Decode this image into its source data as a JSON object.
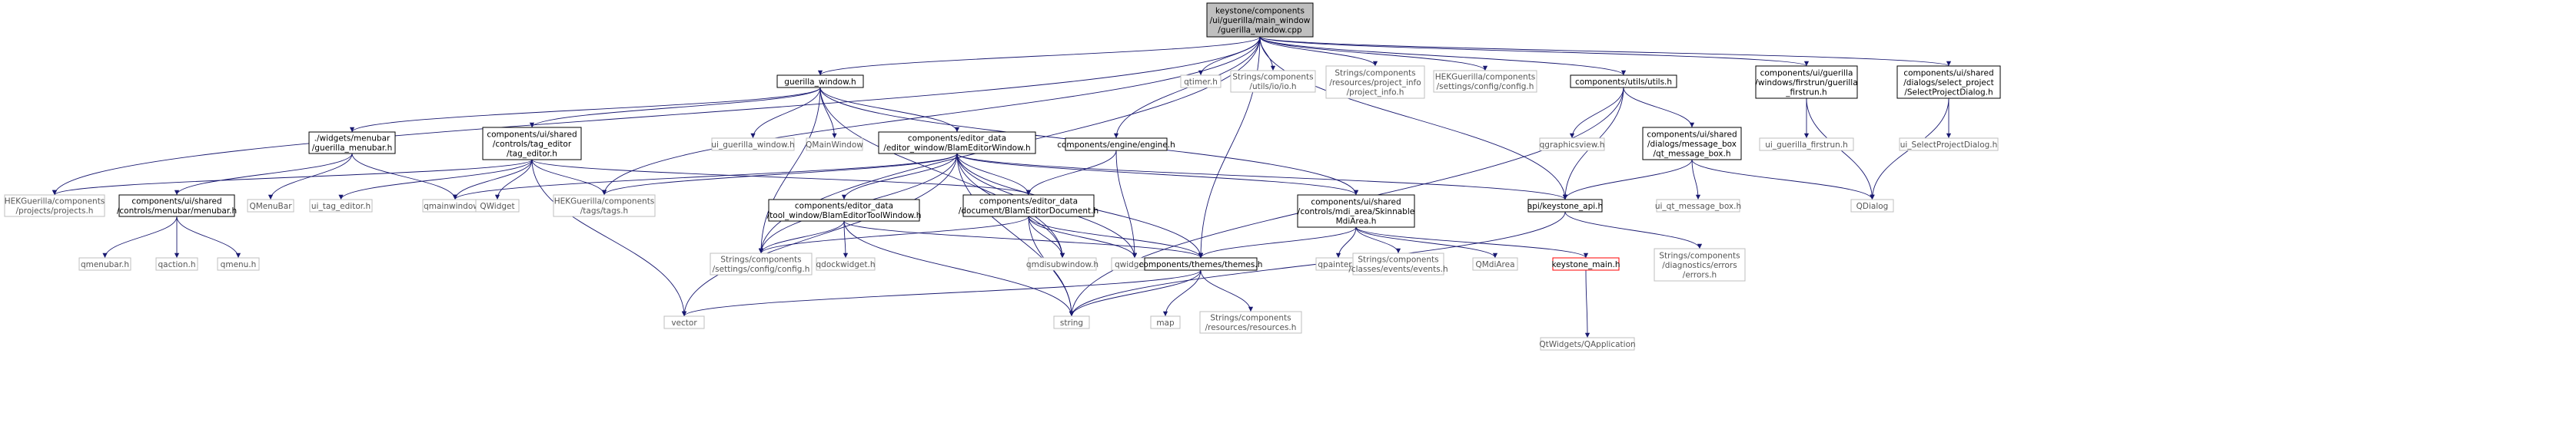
{
  "nodes": {
    "root": [
      "keystone/components",
      "/ui/guerilla/main_window",
      "/guerilla_window.cpp"
    ],
    "guerilla_window": [
      "guerilla_window.h"
    ],
    "qtimer": [
      "qtimer.h"
    ],
    "io": [
      "Strings/components",
      "/utils/io/io.h"
    ],
    "project_info": [
      "Strings/components",
      "/resources/project_info",
      "/project_info.h"
    ],
    "config_hek": [
      "HEKGuerilla/components",
      "/settings/config/config.h"
    ],
    "utils": [
      "components/utils/utils.h"
    ],
    "firstrun": [
      "components/ui/guerilla",
      "/windows/firstrun/guerilla",
      "_firstrun.h"
    ],
    "select_project": [
      "components/ui/shared",
      "/dialogs/select_project",
      "/SelectProjectDialog.h"
    ],
    "menubar_w": [
      "./widgets/menubar",
      "/guerilla_menubar.h"
    ],
    "tag_editor": [
      "components/ui/shared",
      "/controls/tag_editor",
      "/tag_editor.h"
    ],
    "ui_guerilla_window": [
      "ui_guerilla_window.h"
    ],
    "qmainwindow_c": [
      "QMainWindow"
    ],
    "blam_editor_window": [
      "components/editor_data",
      "/editor_window/BlamEditorWindow.h"
    ],
    "engine": [
      "components/engine/engine.h"
    ],
    "qgraphicsview": [
      "qgraphicsview.h"
    ],
    "message_box": [
      "components/ui/shared",
      "/dialogs/message_box",
      "/qt_message_box.h"
    ],
    "ui_firstrun": [
      "ui_guerilla_firstrun.h"
    ],
    "ui_select": [
      "ui_SelectProjectDialog.h"
    ],
    "projects": [
      "HEKGuerilla/components",
      "/projects/projects.h"
    ],
    "menubar_c": [
      "components/ui/shared",
      "/controls/menubar/menubar.h"
    ],
    "qmenubar_c": [
      "QMenuBar"
    ],
    "ui_tag_editor": [
      "ui_tag_editor.h"
    ],
    "qmainwindow_h": [
      "qmainwindow.h"
    ],
    "qwidget_c": [
      "QWidget"
    ],
    "tags": [
      "HEKGuerilla/components",
      "/tags/tags.h"
    ],
    "tool_window": [
      "components/editor_data",
      "/tool_window/BlamEditorToolWindow.h"
    ],
    "blam_doc": [
      "components/editor_data",
      "/document/BlamEditorDocument.h"
    ],
    "mdi_area": [
      "components/ui/shared",
      "/controls/mdi_area/Skinnable",
      "MdiArea.h"
    ],
    "keystone_api": [
      "api/keystone_api.h"
    ],
    "qt_message_box_ui": [
      "ui_qt_message_box.h"
    ],
    "qdialog": [
      "QDialog"
    ],
    "qmenubar_h": [
      "qmenubar.h"
    ],
    "qaction": [
      "qaction.h"
    ],
    "qmenu": [
      "qmenu.h"
    ],
    "config_str": [
      "Strings/components",
      "/settings/config/config.h"
    ],
    "qdockwidget": [
      "qdockwidget.h"
    ],
    "qmdisubwindow": [
      "qmdisubwindow.h"
    ],
    "qwidget_h": [
      "qwidget.h"
    ],
    "themes": [
      "components/themes/themes.h"
    ],
    "qpainter": [
      "qpainter.h"
    ],
    "events": [
      "Strings/components",
      "/classes/events/events.h"
    ],
    "qmdiarea": [
      "QMdiArea"
    ],
    "keystone_main": [
      "keystone_main.h"
    ],
    "errors": [
      "Strings/components",
      "/diagnostics/errors",
      "/errors.h"
    ],
    "vector": [
      "vector"
    ],
    "string": [
      "string"
    ],
    "map": [
      "map"
    ],
    "resources": [
      "Strings/components",
      "/resources/resources.h"
    ],
    "qapplication": [
      "QtWidgets/QApplication"
    ]
  },
  "colors": {
    "edge": "#191970",
    "box_border_documented": "#000000",
    "box_border_undocumented": "#bfbfbf",
    "text_documented": "#000000",
    "text_undocumented": "#555555",
    "root_fill": "#bfbfbf",
    "node_fill": "#ffffff",
    "highlight_border": "#ff0000"
  }
}
